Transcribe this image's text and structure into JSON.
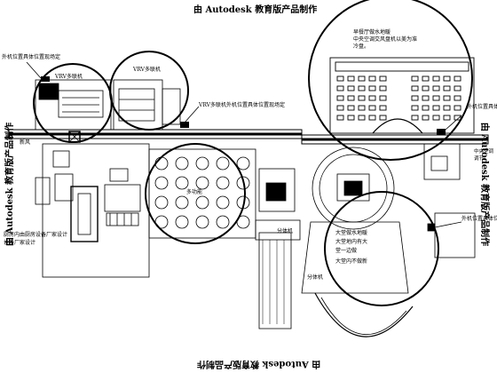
{
  "watermarks": {
    "top": "由 Autodesk 教育版产品制作",
    "bottom": "由 Autodesk 教育版产品制作",
    "left": "由 Autodesk 教育版产品制作",
    "right": "由 Autodesk 教育版产品制作"
  },
  "labels": {
    "vrv_left": "VRV多联机",
    "vrv_mid": "VRV多联机",
    "vrv_outdoor": "VRV多联机外机位置具体位置现场定",
    "outdoor_topleft": "外机位置具体位置现场定",
    "fresh_air": "新风",
    "breakfast_hall": "早餐厅做水地暖",
    "breakfast_hall_2": "中央空调交风盘机以美为准",
    "breakfast_hall_3": "冷盘。",
    "outdoor_right": "外机位置具体位置现场定",
    "outdoor_right2": "外机位置具体位置现场定",
    "kitchen_note": "厨房内由厨房设备厂家设计",
    "kitchen_note_2": "设备厂家设计",
    "split_a": "分体机",
    "split_b": "分体机",
    "multi_func": "多功能",
    "lobby_1": "大堂做水地暖",
    "lobby_2": "大堂地内有大",
    "lobby_3": "堂一边做",
    "lobby_4": "大堂内不做新",
    "side_cut": "中央空调",
    "side_cut2": "调节，"
  }
}
